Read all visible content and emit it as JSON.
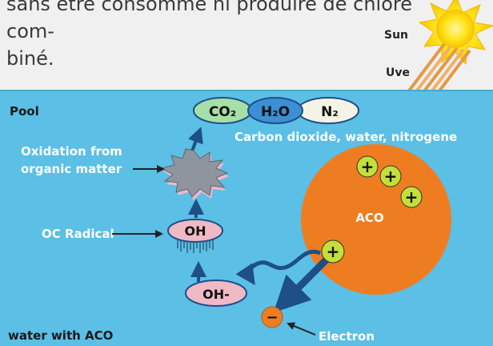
{
  "intro": {
    "line1": "sans être consommé ni produire de chlore com-",
    "line2": "biné."
  },
  "sun": {
    "label": "Sun",
    "uv_label": "Uve"
  },
  "pool": {
    "title": "Pool",
    "footer": "water with ACO"
  },
  "products": {
    "items": [
      "CO₂",
      "H₂O",
      "N₂"
    ],
    "caption": "Carbon dioxide, water, nitrogene"
  },
  "labels": {
    "oxidation_line1": "Oxidation from",
    "oxidation_line2": "organic matter",
    "oc_radical": "OC Radical",
    "oh": "OH",
    "oh_minus": "OH-",
    "aco": "ACO",
    "electron": "Electron",
    "plus": "+",
    "minus": "−"
  },
  "colors": {
    "pool": "#5bbfe6",
    "aco": "#ee7d22",
    "plus_fill": "#c4df3a",
    "pink": "#f0b9c6",
    "arrow": "#1e4f87",
    "co2": "#a7e0a6",
    "h2o": "#3b8fd4",
    "n2": "#f4f4e6"
  }
}
